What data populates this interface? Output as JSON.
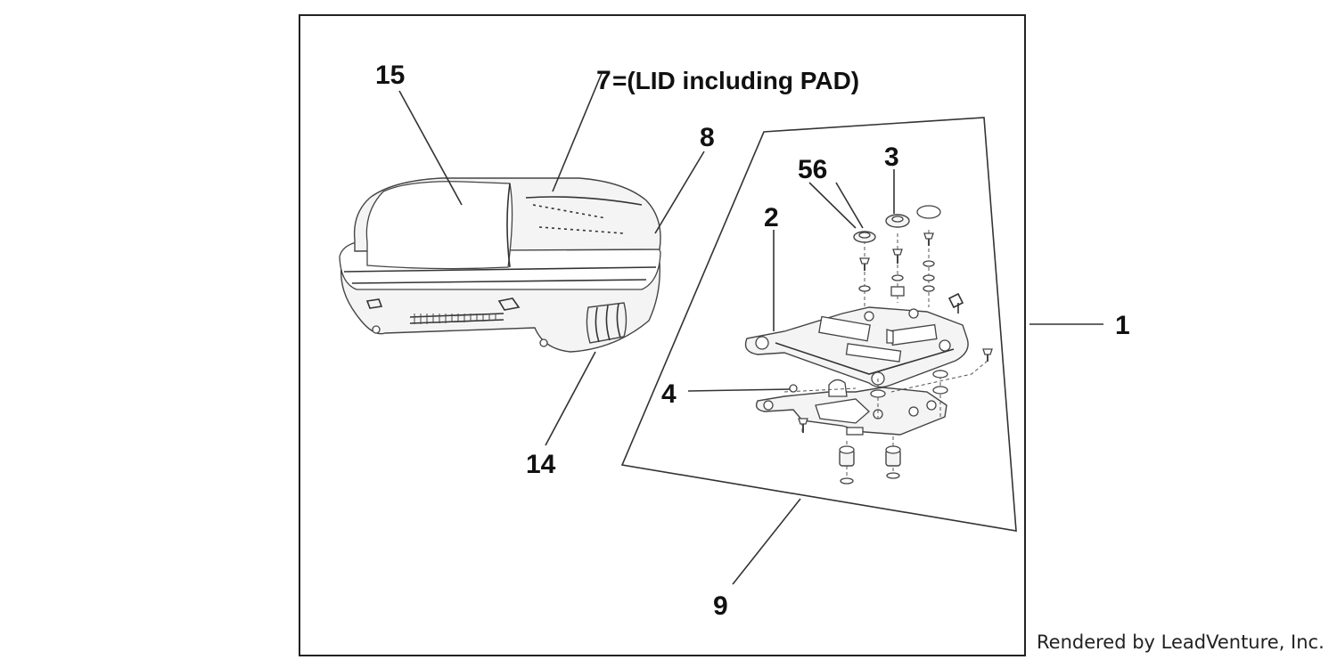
{
  "diagram": {
    "callouts": {
      "c1": "1",
      "c2": "2",
      "c3": "3",
      "c4": "4",
      "c56": "56",
      "c7": "7",
      "c8": "8",
      "c9": "9",
      "c14": "14",
      "c15": "15"
    },
    "lid_note": "=(LID including PAD)"
  },
  "footer": {
    "credit": "Rendered by LeadVenture, Inc."
  },
  "colors": {
    "line": "#333333",
    "text": "#111111",
    "background": "#ffffff"
  }
}
